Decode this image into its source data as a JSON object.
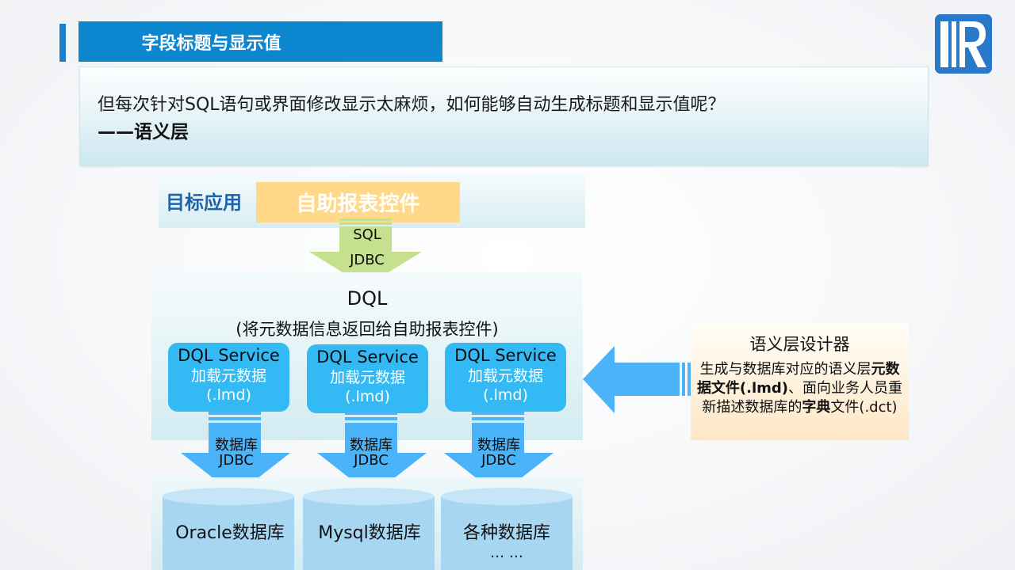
{
  "header": {
    "title": "字段标题与显示值"
  },
  "question": {
    "line1": "但每次针对SQL语句或界面修改显示太麻烦，如何能够自动生成标题和显示值呢？",
    "line2": "——语义层"
  },
  "app": {
    "label": "目标应用",
    "component": "自助报表控件"
  },
  "flow_top": {
    "line1": "SQL",
    "line2": "JDBC"
  },
  "dql": {
    "title": "DQL",
    "subtitle": "(将元数据信息返回给自助报表控件)",
    "services": [
      {
        "name": "DQL Service",
        "desc1": "加载元数据",
        "desc2": "(.lmd)"
      },
      {
        "name": "DQL Service",
        "desc1": "加载元数据",
        "desc2": "(.lmd)"
      },
      {
        "name": "DQL Service",
        "desc1": "加载元数据",
        "desc2": "(.lmd)"
      }
    ]
  },
  "flows_db": [
    {
      "line1": "数据库",
      "line2": "JDBC"
    },
    {
      "line1": "数据库",
      "line2": "JDBC"
    },
    {
      "line1": "数据库",
      "line2": "JDBC"
    }
  ],
  "databases": [
    {
      "label": "Oracle数据库"
    },
    {
      "label": "Mysql数据库"
    },
    {
      "label": "各种数据库"
    }
  ],
  "databases_more": "… …",
  "designer": {
    "title": "语义层设计器",
    "desc_a": "生成与数据库对应的语义层",
    "desc_b": "元数据文件(.lmd)",
    "desc_c": "、面向业务人员重新描述数据库的",
    "desc_d": "字典",
    "desc_e": "文件(.dct)"
  },
  "colors": {
    "title_bar": "#0d86d0",
    "service_box": "#33b9f4",
    "arrow_blue": "#4bb4f8",
    "arrow_green": "#c5e08f",
    "component_box": "#ffd88a",
    "app_label": "#1f63a8",
    "logo": "#2979c8"
  }
}
